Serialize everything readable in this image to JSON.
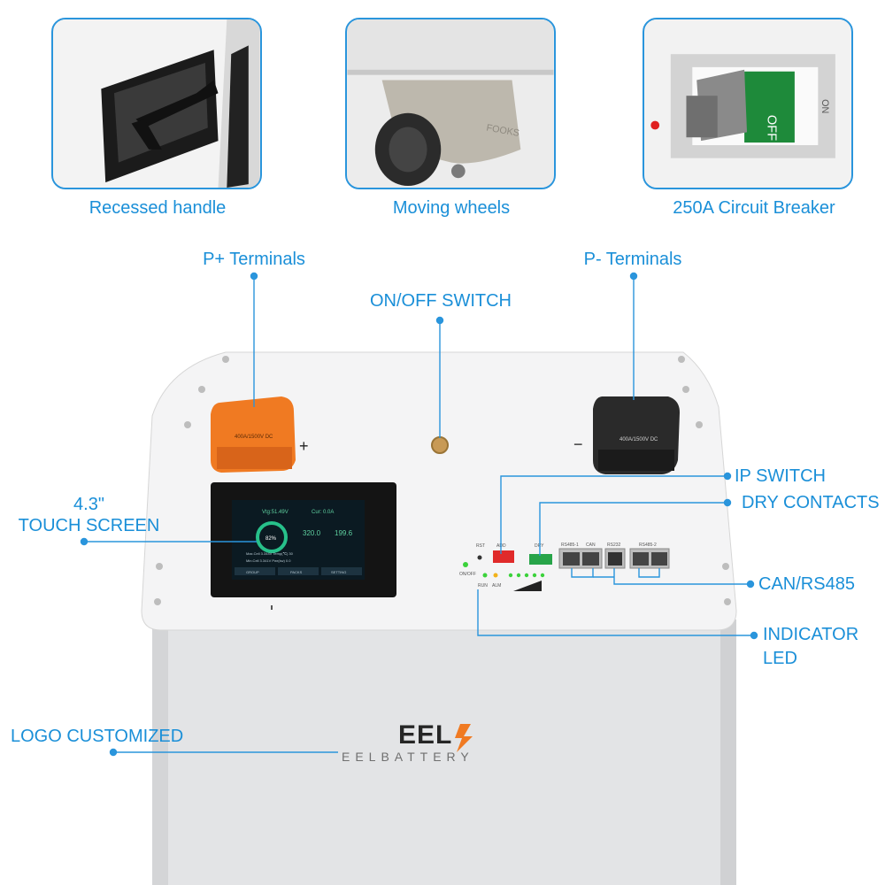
{
  "thumbnails": [
    {
      "caption": "Recessed handle"
    },
    {
      "caption": "Moving wheels",
      "wheel_text": "FOOKS"
    },
    {
      "caption": "250A Circuit Breaker",
      "off_text": "OFF",
      "on_text": "ON",
      "on_text_side": "ON"
    }
  ],
  "callouts": {
    "p_plus": "P+ Terminals",
    "p_minus": "P- Terminals",
    "on_off": "ON/OFF SWITCH",
    "touch_screen_line1": "4.3\"",
    "touch_screen_line2": "TOUCH SCREEN",
    "ip_switch": "IP SWITCH",
    "dry_contacts": "DRY CONTACTS",
    "can_rs485": "CAN/RS485",
    "indicator_line1": "INDICATOR",
    "indicator_line2": "LED",
    "logo": "LOGO CUSTOMIZED"
  },
  "battery": {
    "plus_sign": "+",
    "minus_sign": "−",
    "terminal_rating": "400A/1500V DC",
    "brand_short": "EEL",
    "brand_full": "EELBATTERY",
    "port_labels": {
      "rst": "RST",
      "add": "ADD",
      "dry": "DRY",
      "rs485_1": "RS485-1",
      "can": "CAN",
      "rs232": "RS232",
      "rs485_2": "RS485-2"
    },
    "led_labels": {
      "on_off": "ON/OFF",
      "run": "RUN",
      "alm": "ALM"
    }
  },
  "screen": {
    "vtg": "Vtg:51.49V",
    "cur": "Cur: 0.0A",
    "soc": "82%",
    "value1": "320.0",
    "value2": "199.6",
    "tabs": [
      "GROUP",
      "PACKS",
      "SETTING"
    ],
    "row1": "Max.Cell 3.344V  Temp(℃) 30",
    "row2": "Min.Cell 3.341V  Pwr(kw) 0.0"
  },
  "colors": {
    "accent": "#1a8fd8",
    "terminal_plus": "#f07a22",
    "terminal_minus": "#2a2a2a",
    "cabinet": "#e6e7e9",
    "screen_bg": "#0b1a22",
    "soc_ring": "#27c08a"
  }
}
